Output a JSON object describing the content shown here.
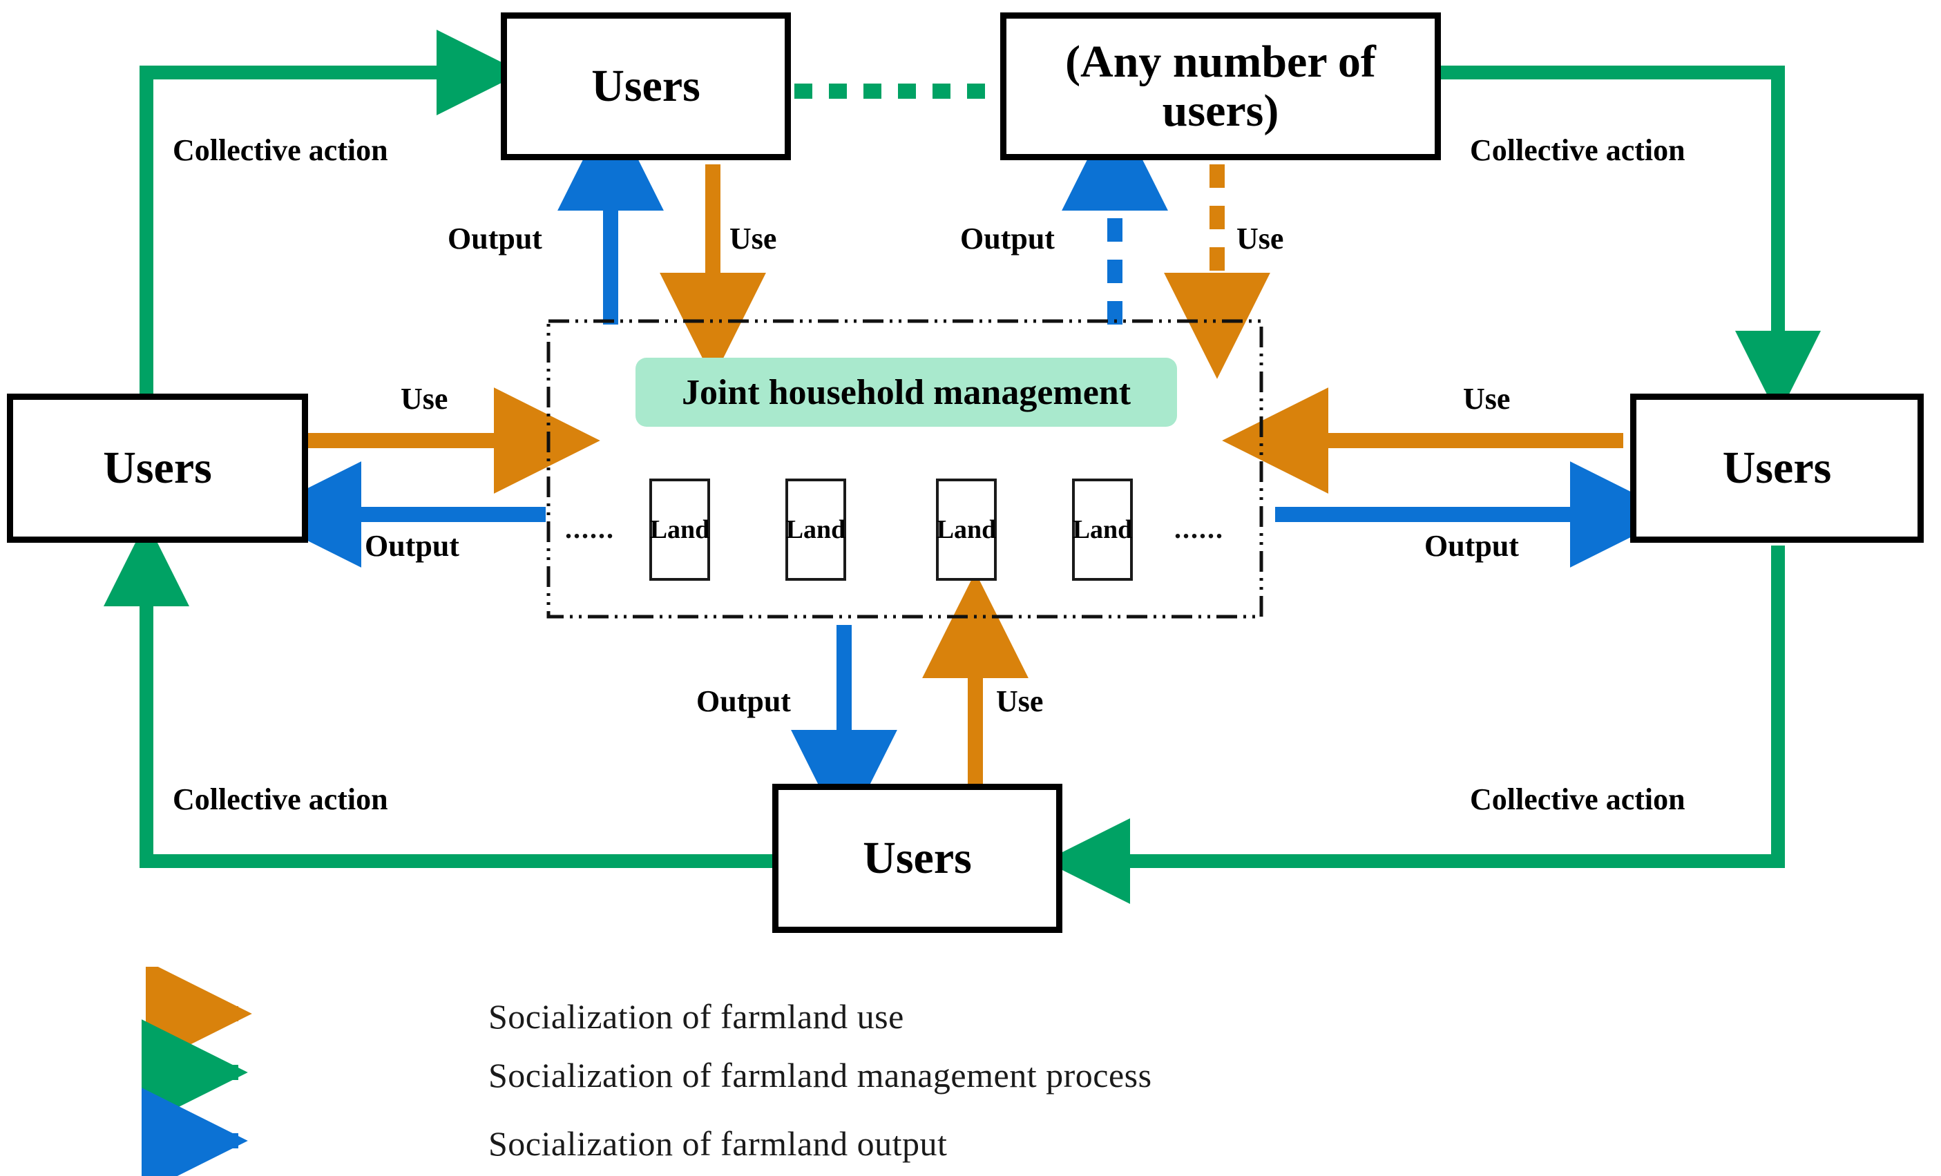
{
  "diagram": {
    "nodes": {
      "users_top_left": "Users",
      "users_top_right": "(Any number of users)",
      "users_left": "Users",
      "users_right": "Users",
      "users_bottom": "Users",
      "center_badge": "Joint household management",
      "land_1": "Land",
      "land_2": "Land",
      "land_3": "Land",
      "land_4": "Land",
      "ellipsis_left": "......",
      "ellipsis_right": "......"
    },
    "edge_labels": {
      "collective_action_tl": "Collective action",
      "collective_action_tr": "Collective action",
      "collective_action_bl": "Collective action",
      "collective_action_br": "Collective action",
      "output_top_left": "Output",
      "use_top_left": "Use",
      "output_top_right": "Output",
      "use_top_right": "Use",
      "use_left": "Use",
      "output_left": "Output",
      "use_right": "Use",
      "output_right": "Output",
      "output_bottom": "Output",
      "use_bottom": "Use"
    },
    "colors": {
      "use_orange": "#d9820c",
      "management_green": "#00a264",
      "output_blue": "#0c72d4",
      "badge_green": "#a9e9cd",
      "node_border": "#000000"
    }
  },
  "legend": {
    "items": [
      {
        "color_key": "use_orange",
        "label": "Socialization of farmland use"
      },
      {
        "color_key": "management_green",
        "label": "Socialization of farmland management  process"
      },
      {
        "color_key": "output_blue",
        "label": "Socialization of farmland output"
      }
    ]
  }
}
